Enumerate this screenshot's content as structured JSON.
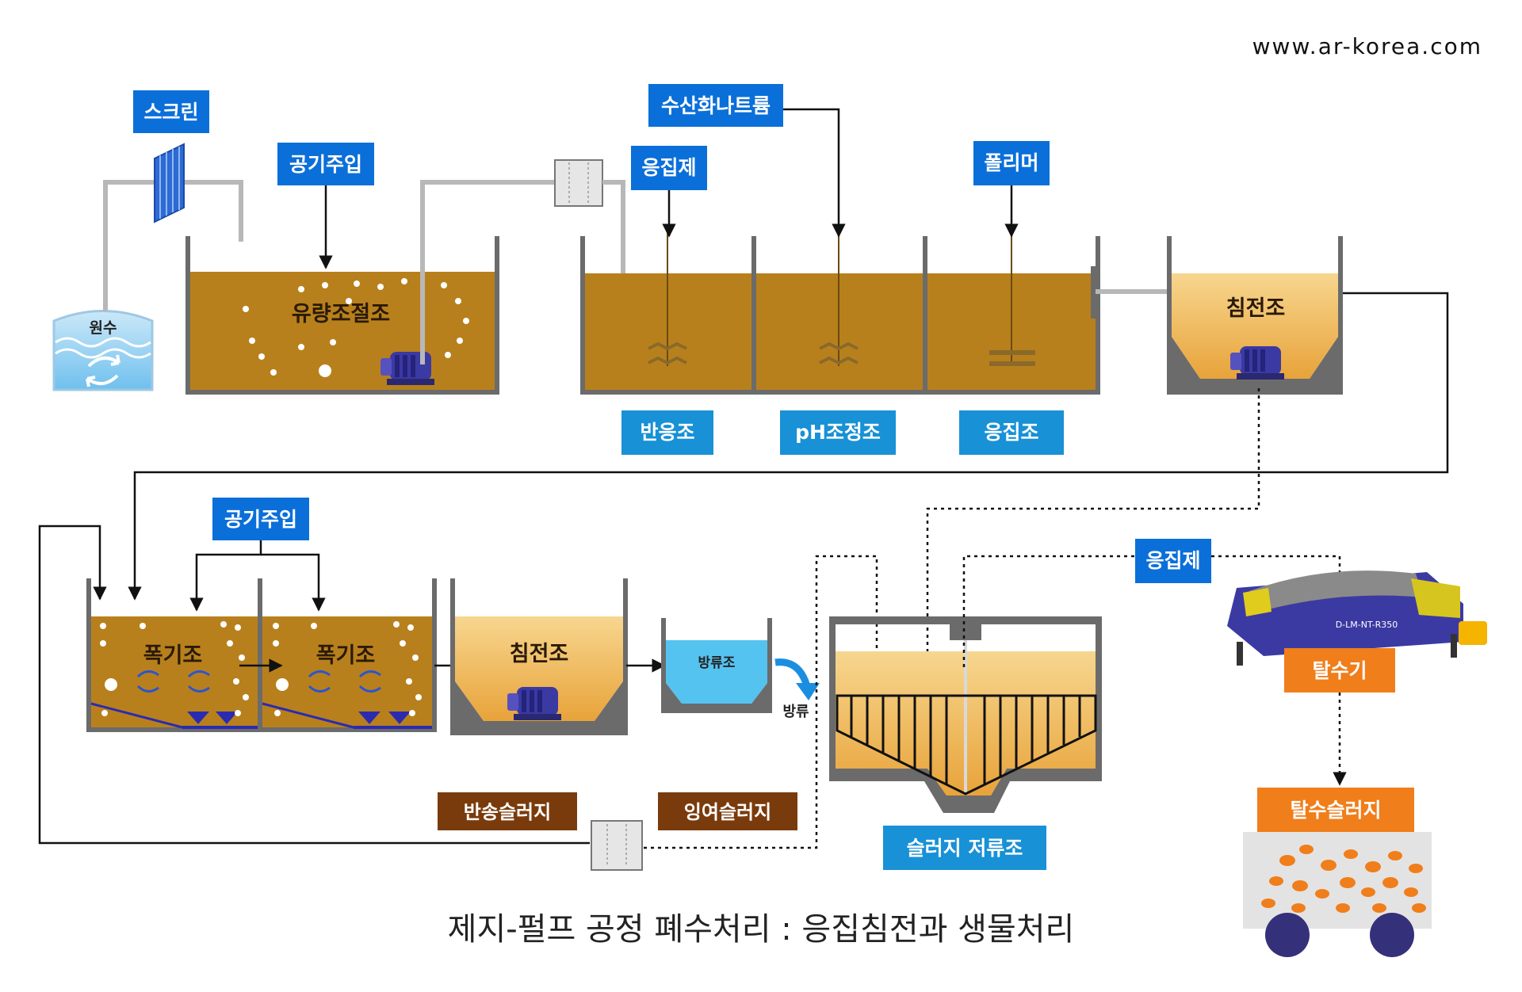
{
  "website": "www.ar-korea.com",
  "title": "제지-펄프 공정 폐수처리 : 응집침전과 생물처리",
  "labels": {
    "screen": "스크린",
    "air_injection_1": "공기주입",
    "naoh": "수산화나트륨",
    "coagulant_1": "응집제",
    "polymer": "폴리머",
    "reaction_tank": "반응조",
    "ph_tank": "pH조정조",
    "coag_tank": "응집조",
    "air_injection_2": "공기주입",
    "coagulant_2": "응집제",
    "return_sludge": "반송슬러지",
    "excess_sludge": "잉여슬러지",
    "sludge_storage": "슬러지 저류조",
    "dehydrator": "탈수기",
    "dewatered_sludge": "탈수슬러지"
  },
  "tank_texts": {
    "raw_water": "원수",
    "equalization": "유량조절조",
    "settling_1": "침전조",
    "aeration_1": "폭기조",
    "aeration_2": "폭기조",
    "settling_2": "침전조",
    "discharge_tank": "방류조",
    "discharge": "방류"
  },
  "machine_model": "D-LM-NT-R350",
  "colors": {
    "label_blue": "#0b6fd9",
    "label_cyan": "#1891d6",
    "label_brown": "#7a3b0c",
    "label_orange": "#f07e1b",
    "sewage": "#b8801c",
    "settling_liquid": "#f0be62",
    "pump": "#3b3aa3",
    "clean_water": "#55c3f0"
  }
}
